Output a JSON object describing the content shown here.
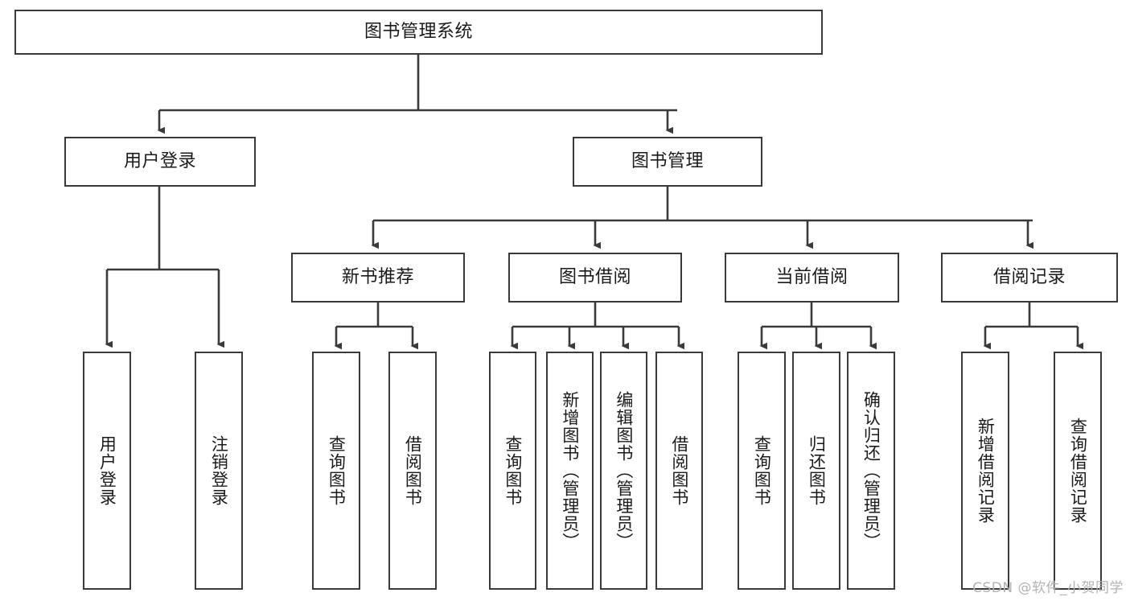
{
  "diagram": {
    "title": "图书管理系统",
    "type": "tree-hierarchy",
    "watermark": "CSDN @软件_小贺同学",
    "nodes": {
      "root": {
        "label": "图书管理系统"
      },
      "level1": [
        {
          "id": "user-login",
          "label": "用户登录"
        },
        {
          "id": "book-manage",
          "label": "图书管理"
        }
      ],
      "level2": [
        {
          "id": "new-book-rec",
          "label": "新书推荐"
        },
        {
          "id": "book-borrow",
          "label": "图书借阅"
        },
        {
          "id": "current-borrow",
          "label": "当前借阅"
        },
        {
          "id": "borrow-record",
          "label": "借阅记录"
        }
      ],
      "leaves": [
        {
          "id": "leaf-user-login",
          "label": "用户登录"
        },
        {
          "id": "leaf-user-logout",
          "label": "注销登录"
        },
        {
          "id": "leaf-query-book-1",
          "label": "查询图书"
        },
        {
          "id": "leaf-borrow-book-1",
          "label": "借阅图书"
        },
        {
          "id": "leaf-query-book-2",
          "label": "查询图书"
        },
        {
          "id": "leaf-add-book",
          "label": "新增图书（管理员）"
        },
        {
          "id": "leaf-edit-book",
          "label": "编辑图书（管理员）"
        },
        {
          "id": "leaf-borrow-book-2",
          "label": "借阅图书"
        },
        {
          "id": "leaf-query-book-3",
          "label": "查询图书"
        },
        {
          "id": "leaf-return-book",
          "label": "归还图书"
        },
        {
          "id": "leaf-confirm-return",
          "label": "确认归还（管理员）"
        },
        {
          "id": "leaf-add-record",
          "label": "新增借阅记录"
        },
        {
          "id": "leaf-query-record",
          "label": "查询借阅记录"
        }
      ]
    },
    "colors": {
      "stroke": "#3a3a3a",
      "fill": "#ffffff",
      "text": "#1a1a1a",
      "watermark": "#b3b3b3"
    }
  }
}
